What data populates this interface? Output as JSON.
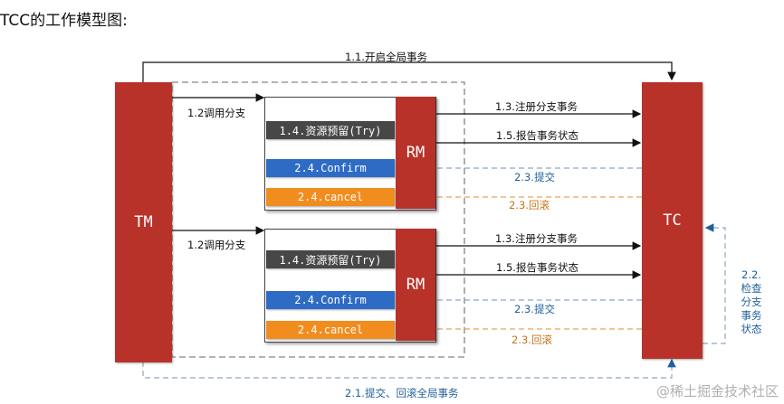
{
  "title": "TCC的工作模型图:",
  "tm_label": "TM",
  "tc_label": "TC",
  "rm_label": "RM",
  "begin_label": "1.1.开启全局事务",
  "call_label": "1.2调用分支",
  "register_label": "1.3.注册分支事务",
  "report_label": "1.5.报告事务状态",
  "commit_label": "2.3.提交",
  "rollback_label": "2.3.回滚",
  "check_label": [
    "2.2.",
    "检查",
    "分支",
    "事务",
    "状态"
  ],
  "final_label": "2.1.提交、回滚全局事务",
  "try_label": "1.4.资源预留(Try)",
  "confirm_label": "2.4.Confirm",
  "cancel_label": "2.4.cancel",
  "watermark": "@稀土掘金技术社区",
  "colors": {
    "block": "#b8322a",
    "try": "#474747",
    "confirm": "#2e6bc4",
    "cancel": "#f18d1e",
    "blue_text": "#1f5f9a",
    "orange_text": "#c5741a",
    "dashed_line": "#8fa8bf",
    "solid_line": "#111111"
  }
}
